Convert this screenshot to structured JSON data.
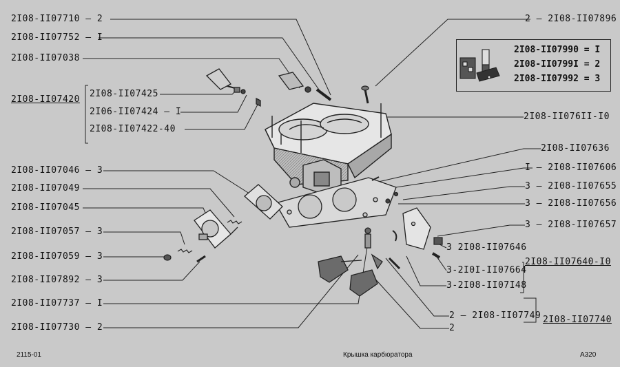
{
  "labels_left": [
    "2I08-II07710 – 2",
    "2I08-II07752 – I",
    "2I08-II07038",
    "2I08-II07420",
    "2I08-II07425",
    "2I06-II07424 – I",
    "2I08-II07422-40",
    "2I08-II07046 – 3",
    "2I08-II07049",
    "2I08-II07045",
    "2I08-II07057 – 3",
    "2I08-II07059 – 3",
    "2I08-II07892 – 3",
    "2I08-II07737 – I",
    "2I08-II07730 – 2"
  ],
  "labels_right": [
    "2 – 2I08-II07896",
    "2I08-II076II-I0",
    "2I08-II07636",
    "I – 2I08-II07606",
    "3 – 2I08-II07655",
    "3 – 2I08-II07656",
    "3 – 2I08-II07657",
    "3 2I08-II07646",
    "2I08-II07640-I0",
    "3-2I0I-II07664",
    "3-2I08-II07I48",
    "2 – 2I08-II07749",
    "2I08-II07740",
    "2"
  ],
  "legend": {
    "rows": [
      "2I08-II07990 = I",
      "2I08-II0799I = 2",
      "2I08-II07992 = 3"
    ],
    "icon": "parts-kit-icon"
  },
  "footer": {
    "code": "2115-01",
    "title": "Крышка карбюратора",
    "page": "A320"
  },
  "colors": {
    "background": "#c9c9c9",
    "ink": "#1a1a1a",
    "part_fill": "#e8e8e8",
    "part_shade": "#8a8a8a"
  }
}
